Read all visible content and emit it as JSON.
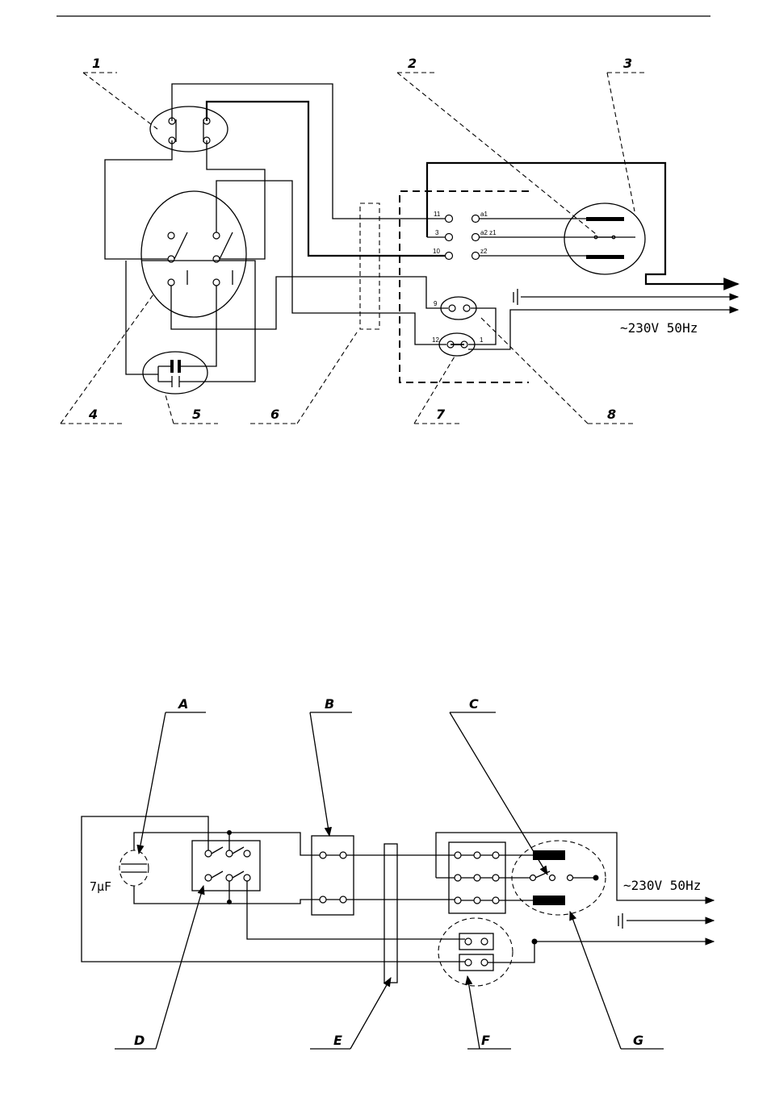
{
  "diagram_top": {
    "callouts": [
      "1",
      "2",
      "3",
      "4",
      "5",
      "6",
      "7",
      "8"
    ],
    "pin_labels": [
      "11",
      "3",
      "10",
      "9",
      "12",
      "1",
      "a1",
      "a2 z1",
      "z2"
    ],
    "supply_label": "~230V 50Hz"
  },
  "diagram_bottom": {
    "callouts": [
      "A",
      "B",
      "C",
      "D",
      "E",
      "F",
      "G"
    ],
    "capacitor_label": "7μF",
    "supply_label": "~230V 50Hz"
  }
}
